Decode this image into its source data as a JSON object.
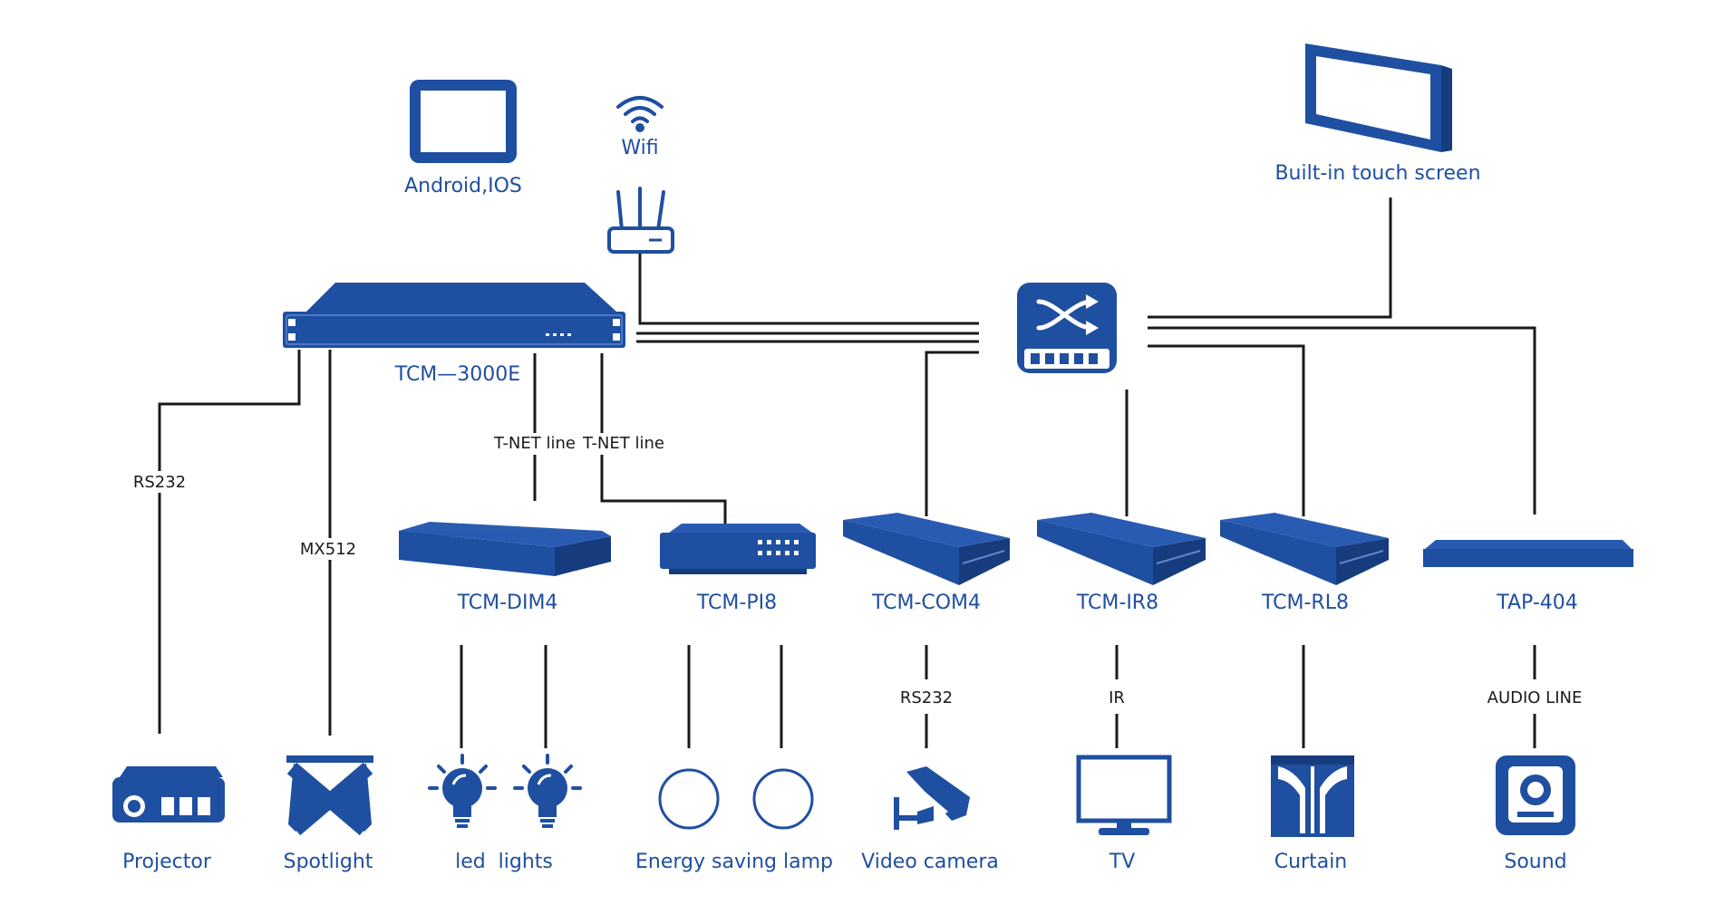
{
  "accent_color": "#1f4fa0",
  "line_color": "#1a1a1a",
  "top": {
    "tablet_label": "Android,IOS",
    "wifi_label": "Wifi",
    "touchscreen_label": "Built-in touch screen"
  },
  "controller_label": "TCM—3000E",
  "line_labels": {
    "rs232_left": "RS232",
    "mx512": "MX512",
    "tnet_1": "T-NET line",
    "tnet_2": "T-NET line",
    "rs232_com4": "RS232",
    "ir": "IR",
    "audio": "AUDIO LINE"
  },
  "modules": {
    "dim4": "TCM-DIM4",
    "pi8": "TCM-PI8",
    "com4": "TCM-COM4",
    "ir8": "TCM-IR8",
    "rl8": "TCM-RL8",
    "tap404": "TAP-404"
  },
  "endpoints": {
    "projector": "Projector",
    "spotlight": "Spotlight",
    "led_lights": "led  lights",
    "energy_lamp": "Energy saving lamp",
    "video_camera": "Video camera",
    "tv": "TV",
    "curtain": "Curtain",
    "sound": "Sound"
  },
  "icons": [
    "tablet-icon",
    "wifi-icon",
    "router-icon",
    "touchscreen-icon",
    "rack-controller-icon",
    "network-switch-icon",
    "projector-icon",
    "spotlight-icon",
    "bulb-icon",
    "lamp-icon",
    "camera-icon",
    "tv-icon",
    "curtain-icon",
    "speaker-icon"
  ]
}
